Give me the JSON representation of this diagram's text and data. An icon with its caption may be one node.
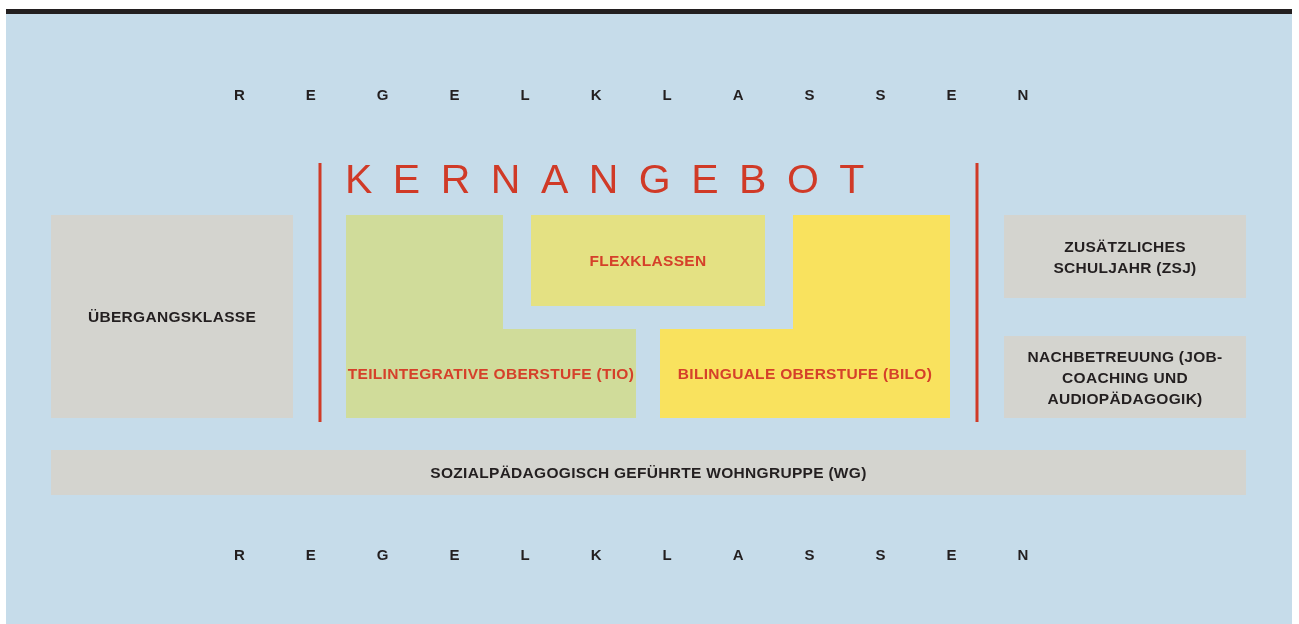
{
  "diagram": {
    "nodes": [
      {
        "text": [
          "ÜBERGANGSKLASSE"
        ]
      },
      {
        "text": [
          "KERNANGEBOT"
        ]
      },
      {
        "text": [
          "FLEXKLASSEN"
        ],
        "in": 1
      },
      {
        "text": [
          "TEILINTEGRATIVE OBERSTUFE (TIO)"
        ],
        "in": 1
      },
      {
        "text": [
          "BILINGUALE OBERSTUFE (BILO)"
        ],
        "in": 1
      },
      {
        "text": [
          "ZUSÄTZLICHES SCHULJAHR (ZSJ)"
        ]
      },
      {
        "text": [
          "NACHBETREUUNG (JOB-COACHING UND AUDIOPÄDAGOGIK)"
        ]
      },
      {
        "text": [
          "SOZIALPÄDAGOGISCH GEFÜHRTE WOHNGRUPPE (WG)"
        ]
      }
    ],
    "edges": [],
    "labels": [
      "REGELKLASSEN",
      "REGELKLASSEN"
    ]
  }
}
